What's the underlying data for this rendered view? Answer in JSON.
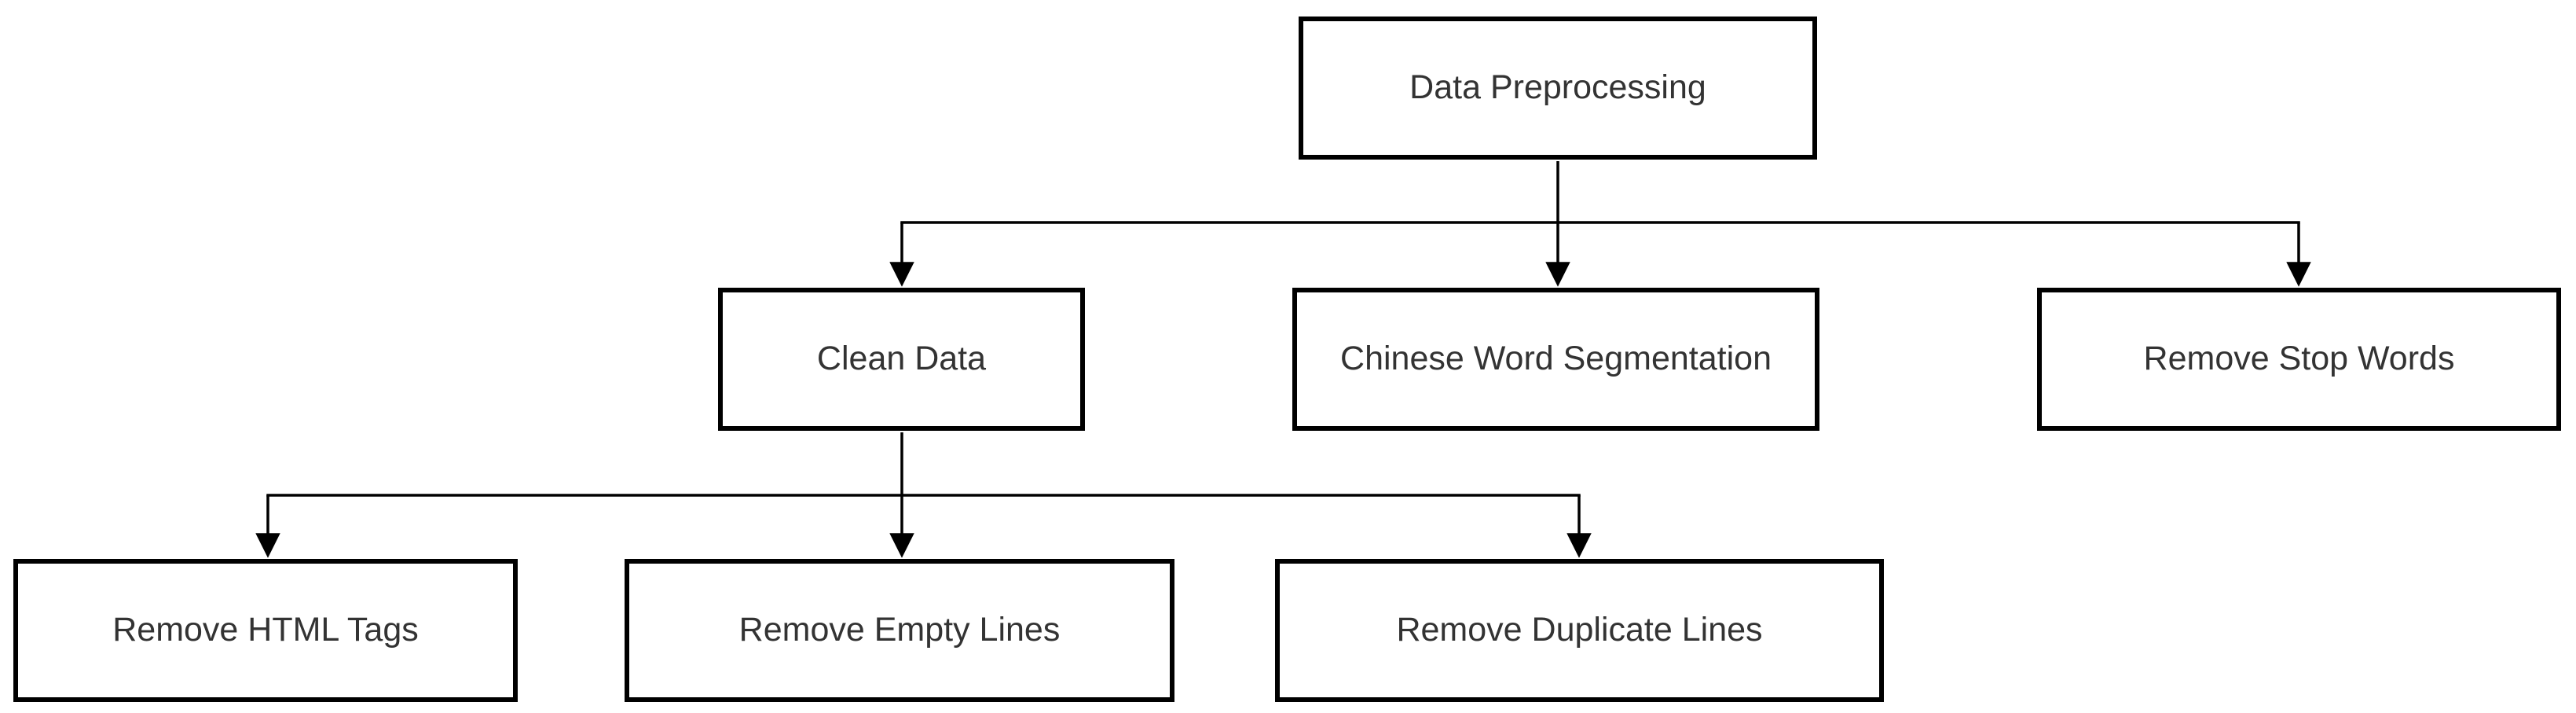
{
  "diagram": {
    "type": "flowchart",
    "nodes": [
      {
        "id": "data-preprocessing",
        "label": "Data Preprocessing"
      },
      {
        "id": "clean-data",
        "label": "Clean Data"
      },
      {
        "id": "chinese-word-segmentation",
        "label": "Chinese Word Segmentation"
      },
      {
        "id": "remove-stop-words",
        "label": "Remove Stop Words"
      },
      {
        "id": "remove-html-tags",
        "label": "Remove HTML Tags"
      },
      {
        "id": "remove-empty-lines",
        "label": "Remove Empty Lines"
      },
      {
        "id": "remove-duplicate-lines",
        "label": "Remove Duplicate Lines"
      }
    ],
    "edges": [
      {
        "from": "Data Preprocessing",
        "to": "Clean Data"
      },
      {
        "from": "Data Preprocessing",
        "to": "Chinese Word Segmentation"
      },
      {
        "from": "Data Preprocessing",
        "to": "Remove Stop Words"
      },
      {
        "from": "Clean Data",
        "to": "Remove HTML Tags"
      },
      {
        "from": "Clean Data",
        "to": "Remove Empty Lines"
      },
      {
        "from": "Clean Data",
        "to": "Remove Duplicate Lines"
      }
    ],
    "colors": {
      "background": "#ffffff",
      "node_fill": "#ffffff",
      "node_border": "#000000",
      "text": "#333333",
      "connector": "#000000"
    }
  }
}
